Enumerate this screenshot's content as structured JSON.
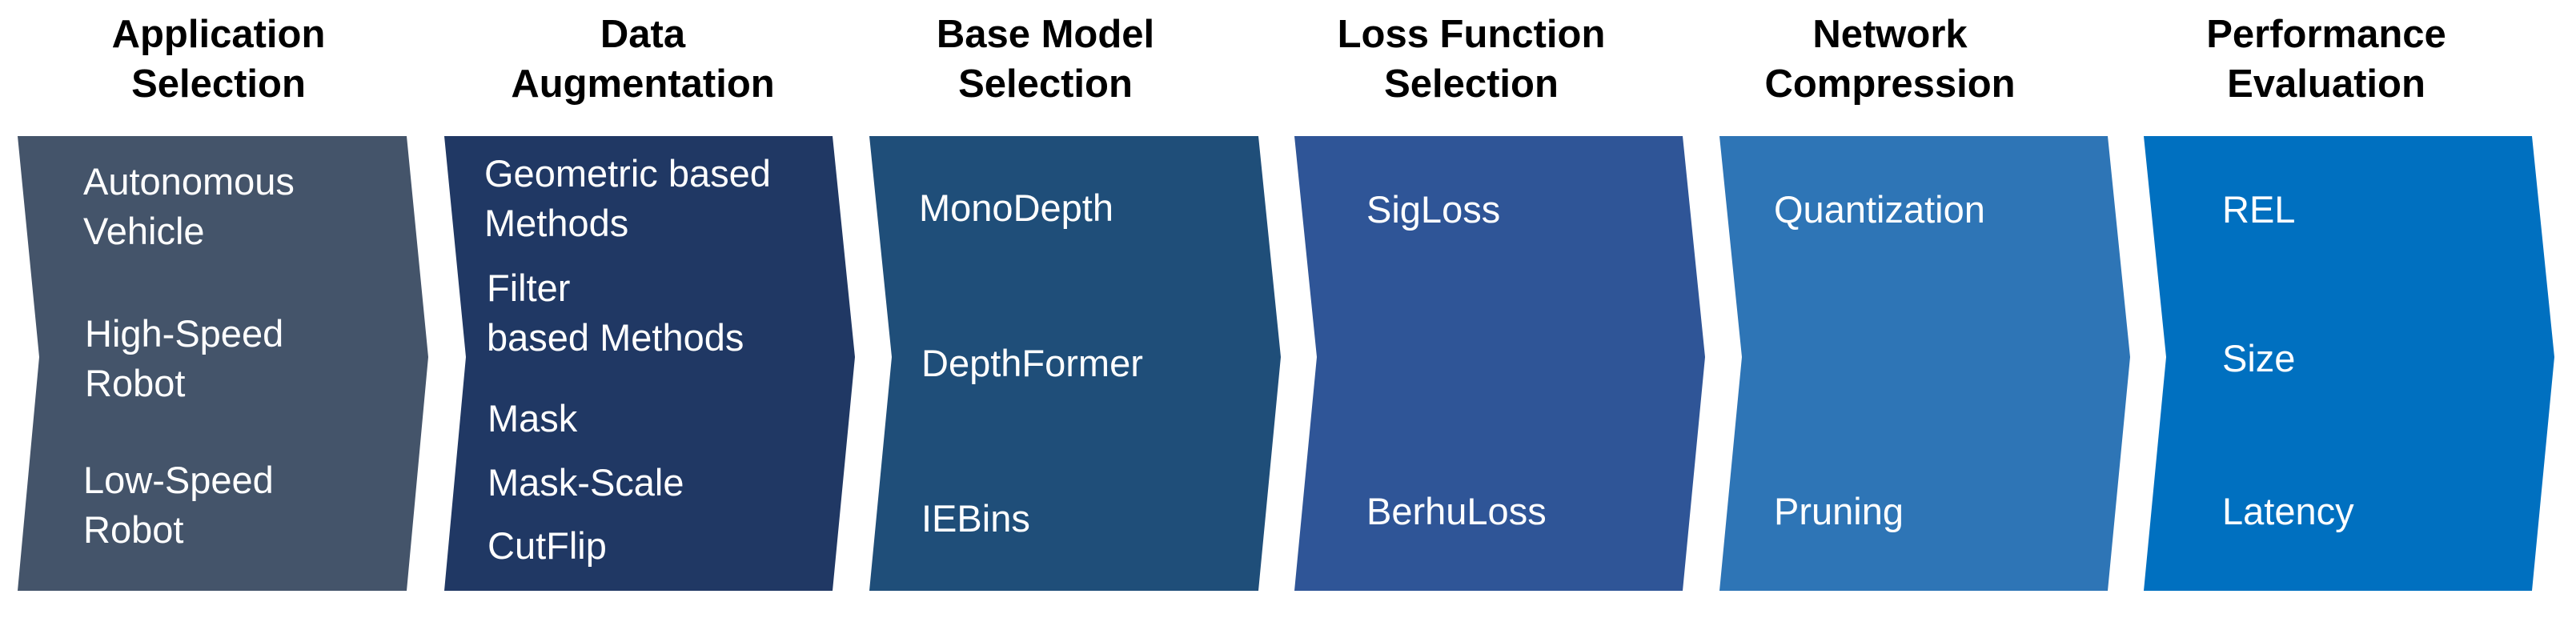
{
  "colors": {
    "stage1": "#44546a",
    "stage2": "#203864",
    "stage3": "#1f4e79",
    "stage4": "#2f5597",
    "stage5": "#2e75b6",
    "stage6": "#0070c0",
    "text_on_chevron": "#ffffff",
    "header_text": "#000000"
  },
  "stages": [
    {
      "title_line1": "Application",
      "title_line2": "Selection",
      "items": [
        {
          "line1": "Autonomous",
          "line2": "Vehicle"
        },
        {
          "line1": "High-Speed",
          "line2": "Robot"
        },
        {
          "line1": "Low-Speed",
          "line2": "Robot"
        }
      ]
    },
    {
      "title_line1": "Data",
      "title_line2": "Augmentation",
      "items": [
        {
          "line1": "Geometric based",
          "line2": "Methods"
        },
        {
          "line1": "Filter",
          "line2": "based Methods"
        },
        {
          "line1": "Mask"
        },
        {
          "line1": "Mask-Scale"
        },
        {
          "line1": "CutFlip"
        }
      ]
    },
    {
      "title_line1": "Base Model",
      "title_line2": "Selection",
      "items": [
        {
          "line1": "MonoDepth"
        },
        {
          "line1": "DepthFormer"
        },
        {
          "line1": "IEBins"
        }
      ]
    },
    {
      "title_line1": "Loss Function",
      "title_line2": "Selection",
      "items": [
        {
          "line1": "SigLoss"
        },
        {
          "line1": "BerhuLoss"
        }
      ]
    },
    {
      "title_line1": "Network",
      "title_line2": "Compression",
      "items": [
        {
          "line1": "Quantization"
        },
        {
          "line1": "Pruning"
        }
      ]
    },
    {
      "title_line1": "Performance",
      "title_line2": "Evaluation",
      "items": [
        {
          "line1": "REL"
        },
        {
          "line1": "Size"
        },
        {
          "line1": "Latency"
        }
      ]
    }
  ]
}
